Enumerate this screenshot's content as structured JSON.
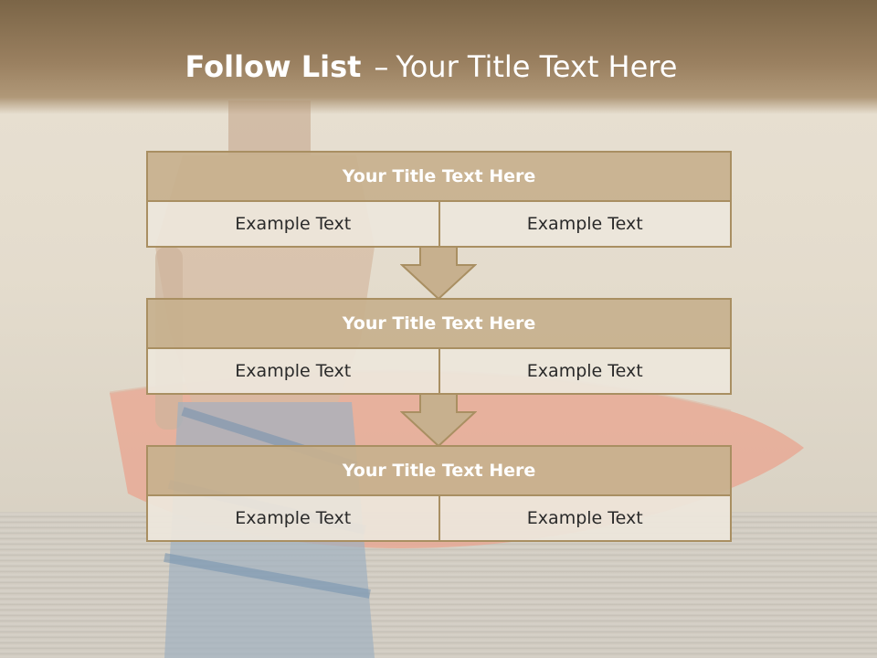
{
  "slide": {
    "title_bold": "Follow List",
    "title_dash": "–",
    "title_rest": "Your Title Text Here"
  },
  "blocks": [
    {
      "title": "Your Title Text Here",
      "cells": [
        "Example Text",
        "Example Text"
      ]
    },
    {
      "title": "Your Title Text Here",
      "cells": [
        "Example Text",
        "Example Text"
      ]
    },
    {
      "title": "Your Title Text Here",
      "cells": [
        "Example Text",
        "Example Text"
      ]
    }
  ],
  "colors": {
    "banner": "#8c7353",
    "block_header": "#c7b08e",
    "block_border": "#a98f62",
    "cell_fill": "#ede6db",
    "arrow_fill": "#c7b08e"
  },
  "icons": {
    "connector": "down-arrow-icon"
  }
}
